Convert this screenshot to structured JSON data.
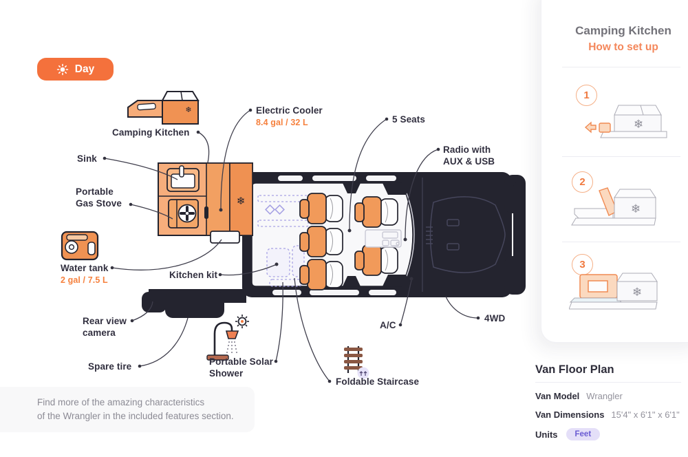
{
  "toggle": {
    "label": "Day"
  },
  "labels": {
    "camping_kitchen": {
      "l1": "Camping Kitchen"
    },
    "sink": {
      "l1": "Sink"
    },
    "gas_stove": {
      "l1": "Portable",
      "l2": "Gas Stove"
    },
    "water_tank": {
      "l1": "Water tank",
      "cap": "2 gal / 7.5 L"
    },
    "electric_cooler": {
      "l1": "Electric Cooler",
      "cap": "8.4 gal / 32 L"
    },
    "seats": {
      "l1": "5 Seats"
    },
    "radio": {
      "l1": "Radio with",
      "l2": "AUX & USB"
    },
    "kitchen_kit": {
      "l1": "Kitchen kit"
    },
    "rear_camera": {
      "l1": "Rear view",
      "l2": "camera"
    },
    "spare_tire": {
      "l1": "Spare tire"
    },
    "solar_shower": {
      "l1": "Portable Solar",
      "l2": "Shower"
    },
    "staircase": {
      "l1": "Foldable Staircase"
    },
    "ac": {
      "l1": "A/C"
    },
    "four_wd": {
      "l1": "4WD"
    }
  },
  "setup_panel": {
    "title": "Camping Kitchen",
    "subtitle": "How to set up",
    "steps": [
      "1",
      "2",
      "3"
    ]
  },
  "floor_plan": {
    "title": "Van Floor Plan",
    "rows": [
      {
        "label": "Van Model",
        "value": "Wrangler"
      },
      {
        "label": "Van Dimensions",
        "value": "15'4\" x 6'1\" x 6'1\""
      },
      {
        "label": "Units",
        "value": "Feet"
      }
    ]
  },
  "note": {
    "line1": "Find more of the amazing characteristics",
    "line2": "of the Wrangler in the included features section."
  },
  "colors": {
    "accent_orange": "#F4713C",
    "value_orange": "#F6813E",
    "van_dark": "#24242F",
    "seat_orange": "#F19A5A",
    "kitchen_orange": "#F7AE7C",
    "purple_dash": "#A7A2E4",
    "badge_bg": "#E4DFF8",
    "badge_text": "#6A5BD3"
  }
}
